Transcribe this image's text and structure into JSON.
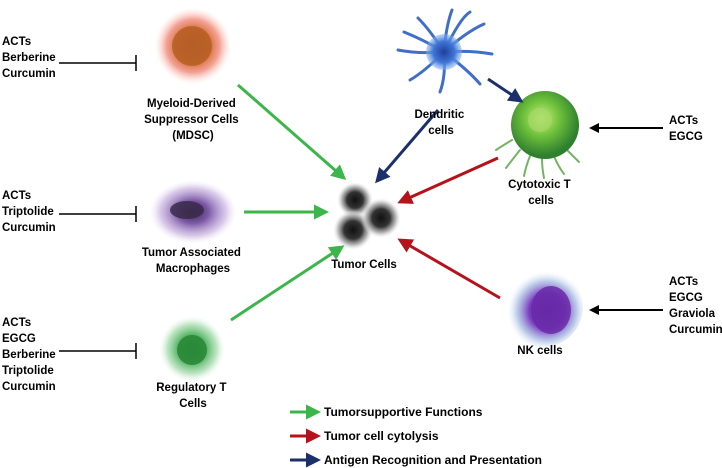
{
  "cells": {
    "mdsc": {
      "lines": [
        "Myeloid-Derived",
        "Suppressor Cells",
        "(MDSC)"
      ],
      "color": "#e8603c"
    },
    "tam": {
      "lines": [
        "Tumor Associated",
        "Macrophages"
      ],
      "color": "#8e5cb0"
    },
    "treg": {
      "lines": [
        "Regulatory T",
        "Cells"
      ],
      "color": "#3aa14a"
    },
    "dendritic": {
      "lines": [
        "Dendritic",
        "cells"
      ],
      "color": "#2a5fc0"
    },
    "ctl": {
      "lines": [
        "Cytotoxic T",
        "cells"
      ],
      "color": "#6cbf3a"
    },
    "nk": {
      "lines": [
        "NK cells"
      ],
      "color": "#6a3aa8"
    },
    "tumor": {
      "lines": [
        "Tumor Cells"
      ],
      "color": "#2a2a2a"
    }
  },
  "compounds": {
    "mdsc": [
      "ACTs",
      "Berberine",
      "Curcumin"
    ],
    "tam": [
      "ACTs",
      "Triptolide",
      "Curcumin"
    ],
    "treg": [
      "ACTs",
      "EGCG",
      "Berberine",
      "Triptolide",
      "Curcumin"
    ],
    "ctl": [
      "ACTs",
      "EGCG"
    ],
    "nk": [
      "ACTs",
      "EGCG",
      "Graviola",
      "Curcumin"
    ]
  },
  "legend": [
    {
      "label": "Tumorsupportive Functions",
      "color": "#3cb54a"
    },
    {
      "label": "Tumor cell cytolysis",
      "color": "#b5121b"
    },
    {
      "label": "Antigen Recognition and Presentation",
      "color": "#1b2f6b"
    }
  ],
  "arrow_colors": {
    "supportive": "#3cb54a",
    "cytolysis": "#b5121b",
    "antigen": "#1b2f6b",
    "stimulate": "#000000",
    "inhibit": "#000000"
  }
}
